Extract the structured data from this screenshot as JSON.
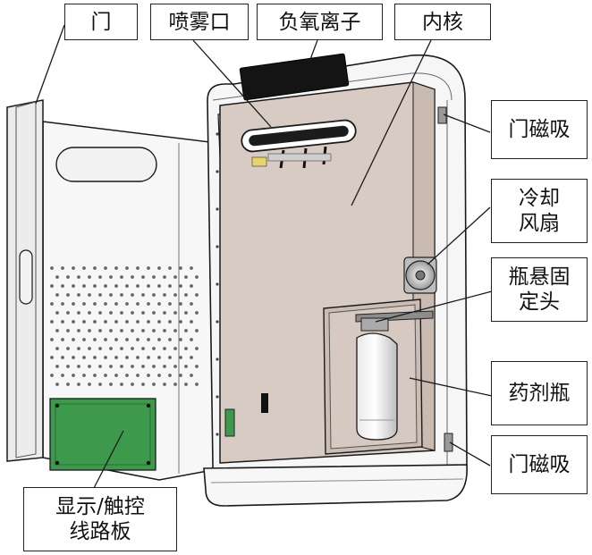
{
  "labels": {
    "door": "门",
    "spray": "喷雾口",
    "anion": "负氧离子",
    "core": "内核",
    "magnet_top": "门磁吸",
    "fan_l1": "冷却",
    "fan_l2": "风扇",
    "bottle_mount_l1": "瓶悬固",
    "bottle_mount_l2": "定头",
    "bottle": "药剂瓶",
    "magnet_bottom": "门磁吸",
    "board_l1": "显示/触控",
    "board_l2": "线路板"
  },
  "colors": {
    "interior": "#d8cbc3",
    "circuit_board": "#3d9a4c",
    "frame": "#f5f5f5",
    "outline": "#1a1a1a"
  }
}
